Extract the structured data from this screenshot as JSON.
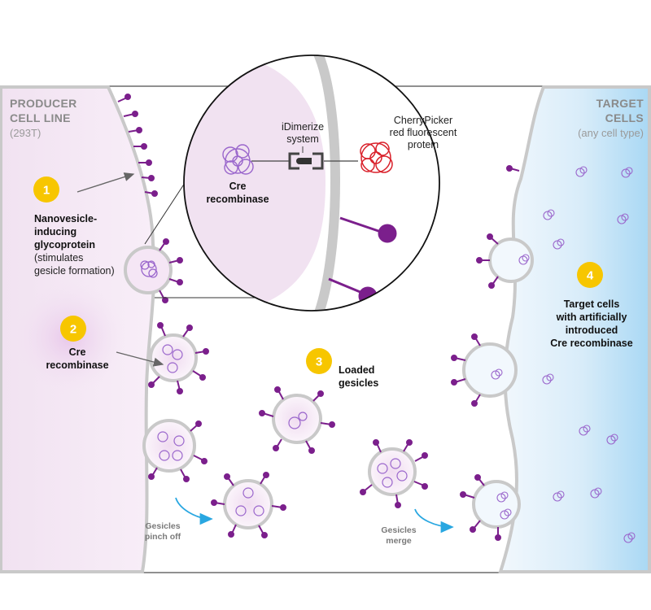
{
  "producer": {
    "title_line1": "PRODUCER",
    "title_line2": "CELL LINE",
    "subtitle": "(293T)"
  },
  "target": {
    "title_line1": "TARGET",
    "title_line2": "CELLS",
    "subtitle": "(any cell type)"
  },
  "steps": {
    "s1": {
      "number": "1",
      "line1": "Nanovesicle-",
      "line2": "inducing",
      "line3": "glycoprotein",
      "line4": "(stimulates",
      "line5": "gesicle formation)"
    },
    "s2": {
      "number": "2",
      "line1": "Cre",
      "line2": "recombinase"
    },
    "s3": {
      "number": "3",
      "line1": "Loaded",
      "line2": "gesicles"
    },
    "s4": {
      "number": "4",
      "line1": "Target cells",
      "line2": "with artificially",
      "line3": "introduced",
      "line4": "Cre recombinase"
    }
  },
  "inset": {
    "dimerize_line1": "iDimerize",
    "dimerize_line2": "system",
    "cherry_line1": "CherryPicker",
    "cherry_line2": "red fluorescent",
    "cherry_line3": "protein",
    "cre_line1": "Cre",
    "cre_line2": "recombinase"
  },
  "arrows": {
    "pinch_line1": "Gesicles",
    "pinch_line2": "pinch off",
    "merge_line1": "Gesicles",
    "merge_line2": "merge"
  },
  "colors": {
    "badge": "#f7c600",
    "glyco": "#7b1f8c",
    "cre": "#9a66cc",
    "cherry": "#d9202a",
    "arrow_blue": "#29a7e1"
  }
}
